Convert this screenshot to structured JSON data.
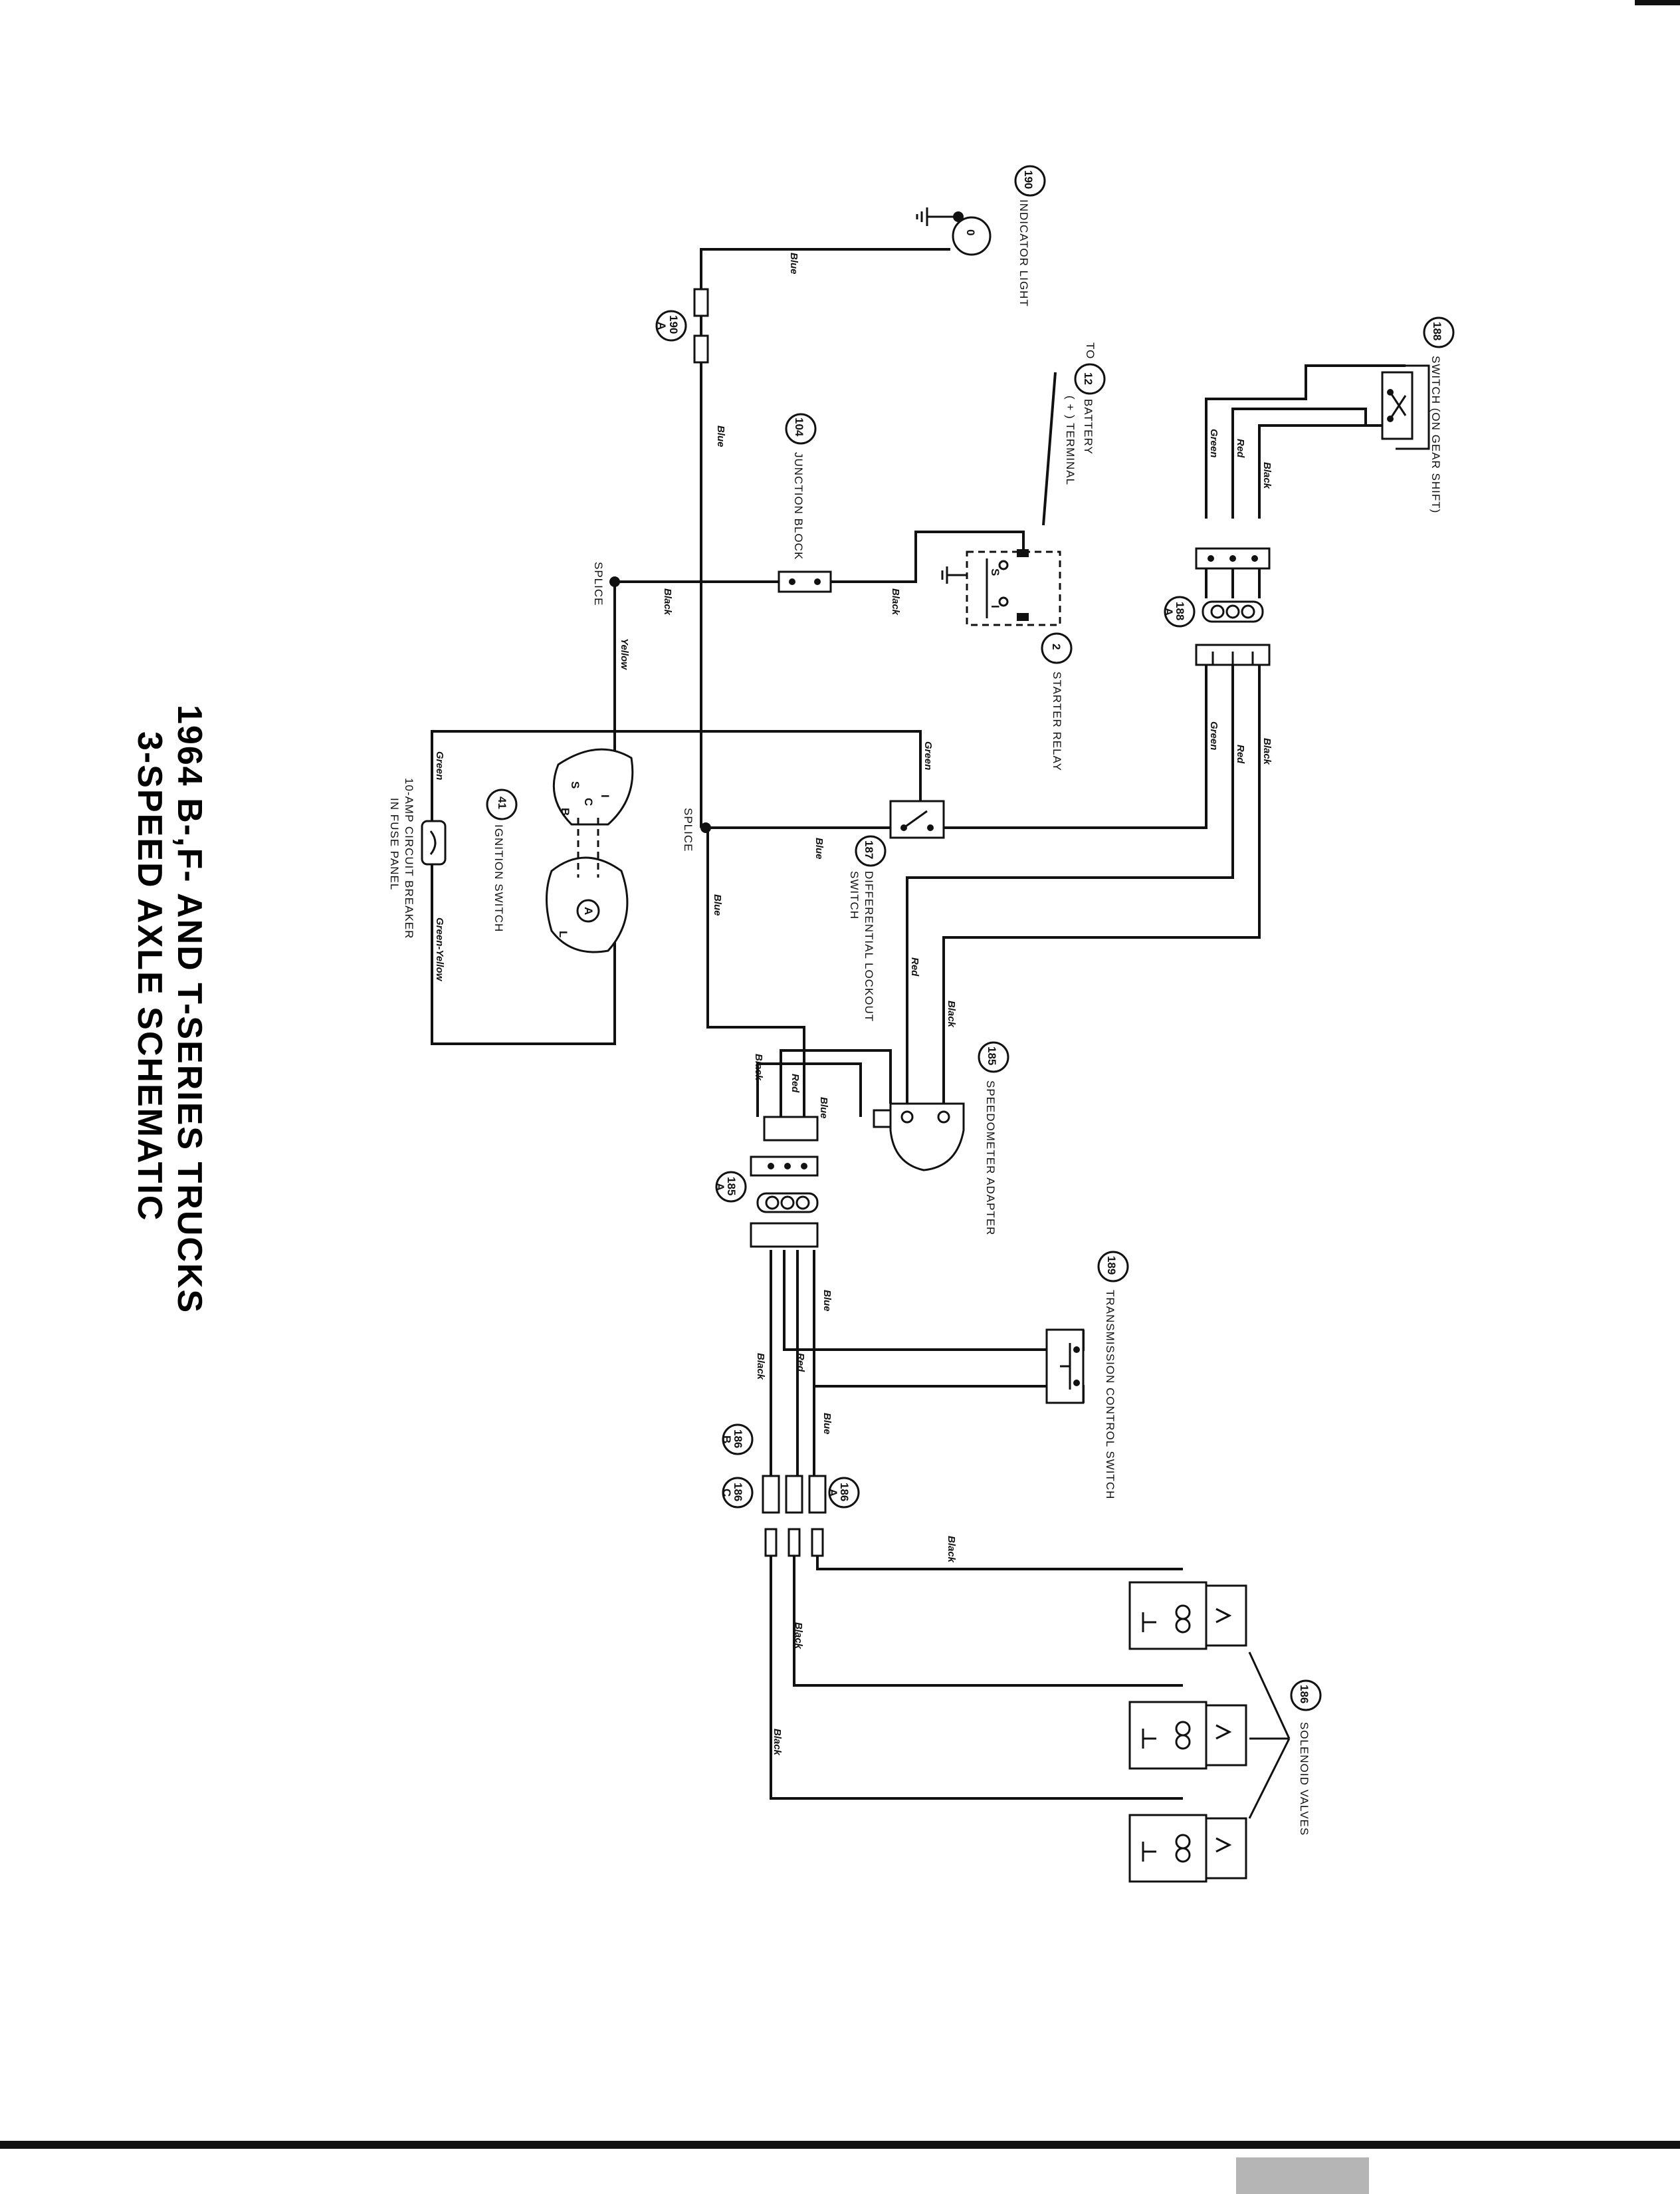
{
  "title": {
    "line1": "1964 B-,F- AND T-SERIES TRUCKS",
    "line2": "3-SPEED AXLE SCHEMATIC"
  },
  "components": {
    "indicator_light": {
      "num": "190",
      "label": "INDICATOR LIGHT"
    },
    "connector_190a": {
      "num": "190",
      "sub": "A"
    },
    "battery": {
      "num": "12",
      "to": "TO",
      "label": "BATTERY",
      "label2": "( + ) TERMINAL"
    },
    "junction_block": {
      "num": "104",
      "label": "JUNCTION BLOCK"
    },
    "starter_relay": {
      "num": "2",
      "label": "STARTER RELAY",
      "pin_s": "S",
      "pin_i": "I"
    },
    "gear_switch": {
      "num": "188",
      "label": "SWITCH (ON GEAR SHIFT)"
    },
    "connector_188a": {
      "num": "188",
      "sub": "A"
    },
    "ignition_switch": {
      "num": "41",
      "label": "IGNITION SWITCH",
      "pins": [
        "S",
        "I",
        "C",
        "B",
        "A",
        "L"
      ]
    },
    "circuit_breaker": {
      "label": "10-AMP CIRCUIT BREAKER",
      "label2": "IN FUSE PANEL"
    },
    "lockout_switch": {
      "num": "187",
      "label": "DIFFERENTIAL LOCKOUT",
      "label2": "SWITCH"
    },
    "speedometer_adapter": {
      "num": "185",
      "label": "SPEEDOMETER ADAPTER"
    },
    "connector_185a": {
      "num": "185",
      "sub": "A"
    },
    "transmission_switch": {
      "num": "189",
      "label": "TRANSMISSION CONTROL SWITCH"
    },
    "connector_186a": {
      "num": "186",
      "sub": "A"
    },
    "connector_186b": {
      "num": "186",
      "sub": "B"
    },
    "connector_186c": {
      "num": "186",
      "sub": "C"
    },
    "solenoid_valves": {
      "num": "186",
      "label": "SOLENOID VALVES"
    }
  },
  "splices": {
    "left": "SPLICE",
    "right": "SPLICE"
  },
  "wires": {
    "blue": "Blue",
    "black": "Black",
    "red": "Red",
    "green": "Green",
    "yellow": "Yellow",
    "green_yellow": "Green-Yellow"
  }
}
